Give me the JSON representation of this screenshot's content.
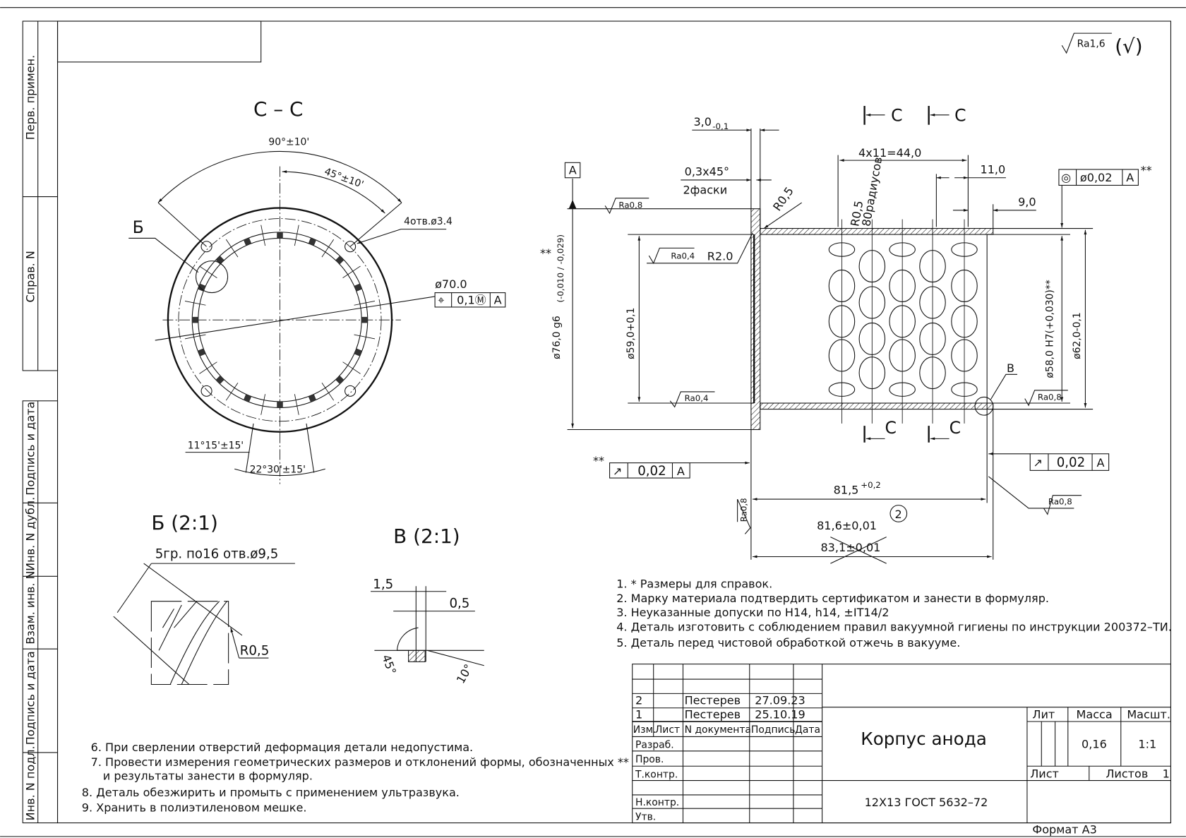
{
  "side_strip": {
    "perv_primen": "Перв. примен.",
    "sprav_n": "Справ. N",
    "podpis_data_1": "Подпись и дата",
    "inv_dubl": "Инв. N дубл.",
    "vzam_inv": "Взам. инв. N",
    "podpis_data_2": "Подпись и дата",
    "inv_podl": "Инв. N подл."
  },
  "roughness_general": {
    "value": "Ra1,6",
    "mark": "(√)"
  },
  "section_cc": {
    "title": "С – С",
    "angle_90": "90°±10'",
    "angle_45": "45°±10'",
    "holes": "4отв.ø3.4",
    "view_b_mark": "Б",
    "diameter": "ø70.0",
    "position_tol": {
      "symbol": "⌖",
      "value": "0,1Ⓜ",
      "datum": "А"
    },
    "angle_11": "11°15'±15'",
    "angle_22": "22°30'±15'"
  },
  "detail_b": {
    "title": "Б (2:1)",
    "holes_note": "5гр. по16 отв.ø9,5",
    "radius": "R0,5"
  },
  "detail_v": {
    "title": "В (2:1)",
    "dim_1_5": "1,5",
    "dim_0_5": "0,5",
    "angle_45": "45°",
    "angle_10": "10°"
  },
  "main_view": {
    "cut_c": "С",
    "dim_3": "3,0",
    "dim_3_tol": "-0,1",
    "chamfer": "0,3x45°",
    "chamfer_count": "2фаски",
    "datum_a": "А",
    "ra_08": "Ra0,8",
    "ra_04": "Ra0,4",
    "r2": "R2.0",
    "r05": "R0,5",
    "r05_holes": "R0,5",
    "radii_count": "80радиусов",
    "pitch": "4x11=44,0",
    "dim_11": "11,0",
    "dim_9": "9,0",
    "concentricity": {
      "symbol": "◎",
      "value": "ø0,02",
      "datum": "А",
      "mark": "**"
    },
    "d76": "ø76,0 g6",
    "d76_tol": "(-0,010 / -0,029)",
    "d76_mark": "**",
    "d59": "ø59,0+0,1",
    "d58": "ø58,0 H7(+0,030)**",
    "d62": "ø62,0-0,1",
    "view_v_mark": "В",
    "runout_left": {
      "symbol": "↗",
      "value": "0,02",
      "datum": "А",
      "mark": "**"
    },
    "runout_right": {
      "symbol": "↗",
      "value": "0,02",
      "datum": "А"
    },
    "len_815": "81,5",
    "len_815_tol": "+0,2",
    "len_816": "81,6±0,01",
    "rev_mark": "2",
    "len_831_crossed": "83,1±0,01"
  },
  "notes_right": [
    "1. * Размеры для справок.",
    "2. Марку материала подтвердить сертификатом и занести в формуляр.",
    "3. Неуказанные допуски по Н14, h14, ±IT14/2",
    "4. Деталь изготовить с соблюдением правил вакуумной гигиены по инструкции 200372–ТИ.",
    "5. Деталь перед чистовой обработкой отжечь в вакууме."
  ],
  "notes_left": [
    "6. При сверлении отверстий деформация детали недопустима.",
    "7. Провести  измерения геометрических размеров и отклонений формы,  обозначенных **",
    "и результаты занести в формуляр.",
    "8. Деталь обезжирить и промыть с применением ультразвука.",
    "9. Хранить в полиэтиленовом мешке."
  ],
  "title_block": {
    "revisions": [
      {
        "izm": "2",
        "name": "Пестерев",
        "date": "27.09.23"
      },
      {
        "izm": "1",
        "name": "Пестерев",
        "date": "25.10.19"
      }
    ],
    "headers": {
      "izm": "Изм.",
      "list": "Лист",
      "doc": "N документа",
      "sign": "Подпись",
      "date": "Дата"
    },
    "roles": [
      "Разраб.",
      "Пров.",
      "Т.контр.",
      "Н.контр.",
      "Утв."
    ],
    "title": "Корпус  анода",
    "material": "12X13 ГОСТ 5632–72",
    "lit_label": "Лит",
    "mass_label": "Масса",
    "scale_label": "Масшт.",
    "mass": "0,16",
    "scale": "1:1",
    "sheet_label": "Лист",
    "sheets_label": "Листов",
    "sheets": "1",
    "format": "Формат А3"
  }
}
